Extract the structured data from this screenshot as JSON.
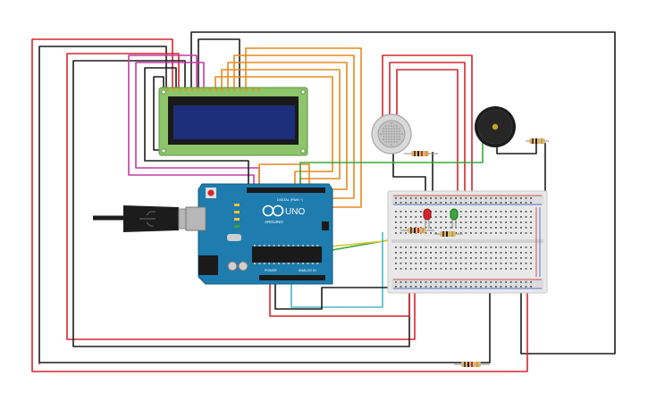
{
  "colors": {
    "red": "#d4262b",
    "black": "#1c1c1c",
    "orange": "#e8891d",
    "magenta": "#c43aa6",
    "green": "#3ca53c",
    "yellow": "#d8c82b",
    "cyan": "#4bb8c7",
    "arduino_blue": "#1e7cae",
    "lcd_green": "#8ec46a",
    "lcd_screen": "#1d2e7a",
    "breadboard": "#e8e8e8"
  },
  "arduino": {
    "logo_text": "UNO",
    "brand_text": "ARDUINO",
    "digital_label": "DIGITAL (PWM ~)",
    "power_label": "POWER",
    "analog_label": "ANALOG IN"
  },
  "components": {
    "lcd": "lcd-16x2",
    "gas_sensor": "gas-sensor",
    "buzzer": "piezo-buzzer",
    "led_red": "red-led",
    "led_green": "green-led",
    "usb": "usb-cable"
  }
}
